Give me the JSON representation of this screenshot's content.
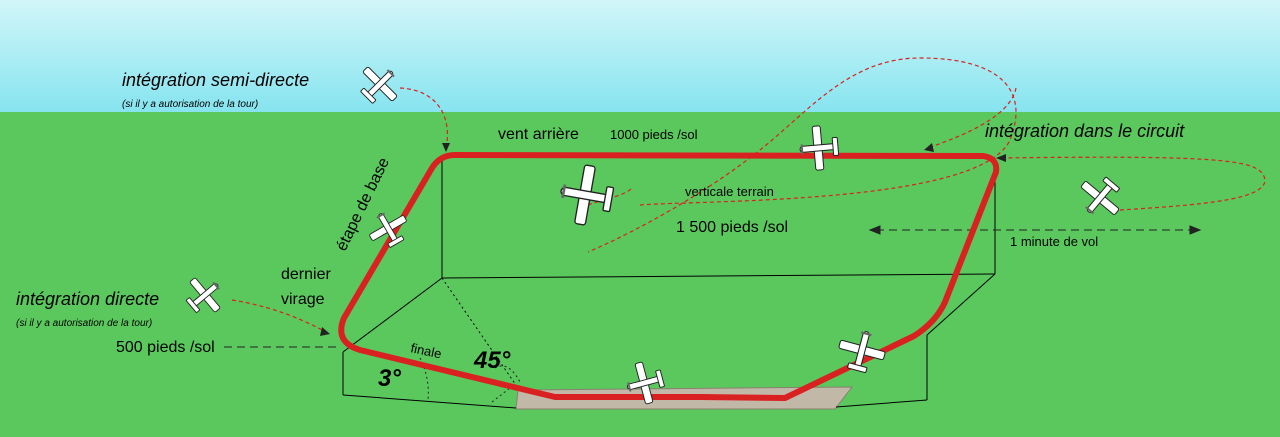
{
  "labels": {
    "semi_direct": "intégration semi-directe",
    "semi_direct_note": "(si il y a autorisation de la tour)",
    "downwind": "vent arrière",
    "downwind_alt": "1000 pieds /sol",
    "circuit_join": "intégration dans le circuit",
    "base_leg": "étape de base",
    "overhead": "verticale terrain",
    "overhead_alt": "1 500 pieds /sol",
    "one_minute": "1 minute de vol",
    "last_turn_1": "dernier",
    "last_turn_2": "virage",
    "direct": "intégration directe",
    "direct_note": "(si il y a autorisation de la tour)",
    "final_alt": "500 pieds /sol",
    "final": "finale",
    "angle_45": "45°",
    "angle_3": "3°"
  },
  "colors": {
    "sky_top": "#d2f6f9",
    "sky_bottom": "#7fe3f0",
    "ground": "#5bc85e",
    "circuit": "#d92121",
    "dashed": "#d92121",
    "runway": "#c2b8a8",
    "box_lines": "#000000"
  },
  "icons": [
    "airplane-icon"
  ]
}
